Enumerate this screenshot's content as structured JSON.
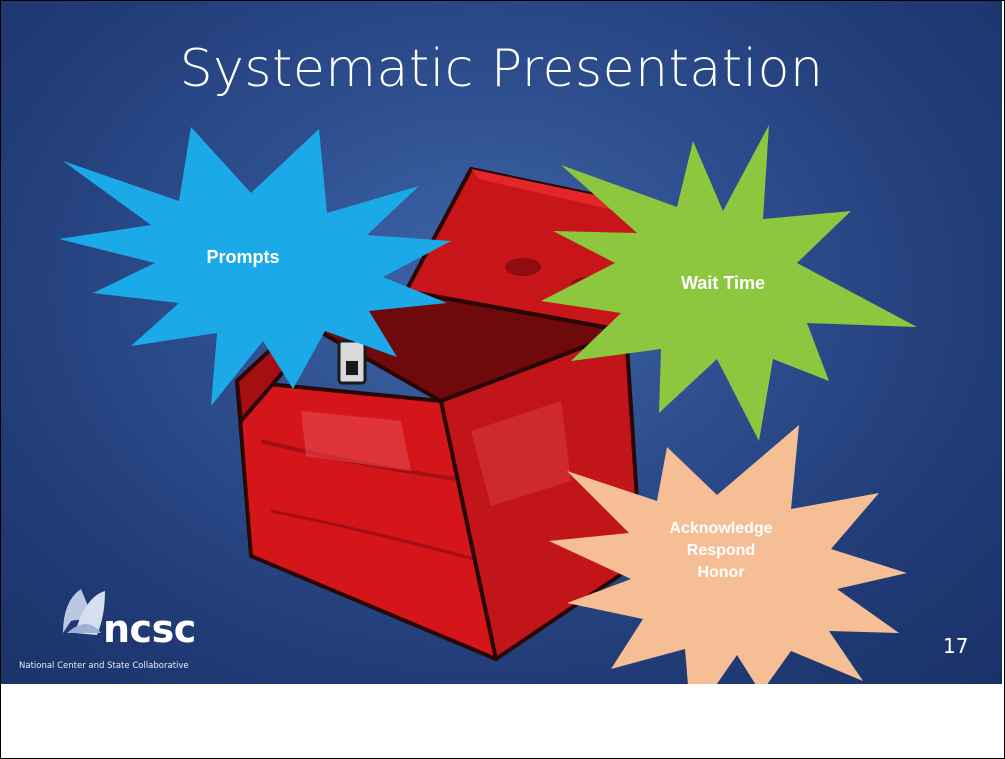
{
  "slide": {
    "title": "Systematic Presentation",
    "stars": {
      "prompts": "Prompts",
      "wait_time": "Wait Time",
      "acknowledge": [
        "Acknowledge",
        "Respond",
        "Honor"
      ]
    },
    "logo": {
      "name": "ncsc",
      "tagline": "National Center and State Collaborative"
    },
    "slide_number": "17"
  },
  "colors": {
    "background": "#2c4c8c",
    "toolbox_red": "#d4161b",
    "star_blue": "#1ba9e8",
    "star_green": "#8dc63f",
    "star_peach": "#f6be95"
  },
  "icons": [
    "toolbox-icon",
    "ncsc-logo-icon"
  ]
}
